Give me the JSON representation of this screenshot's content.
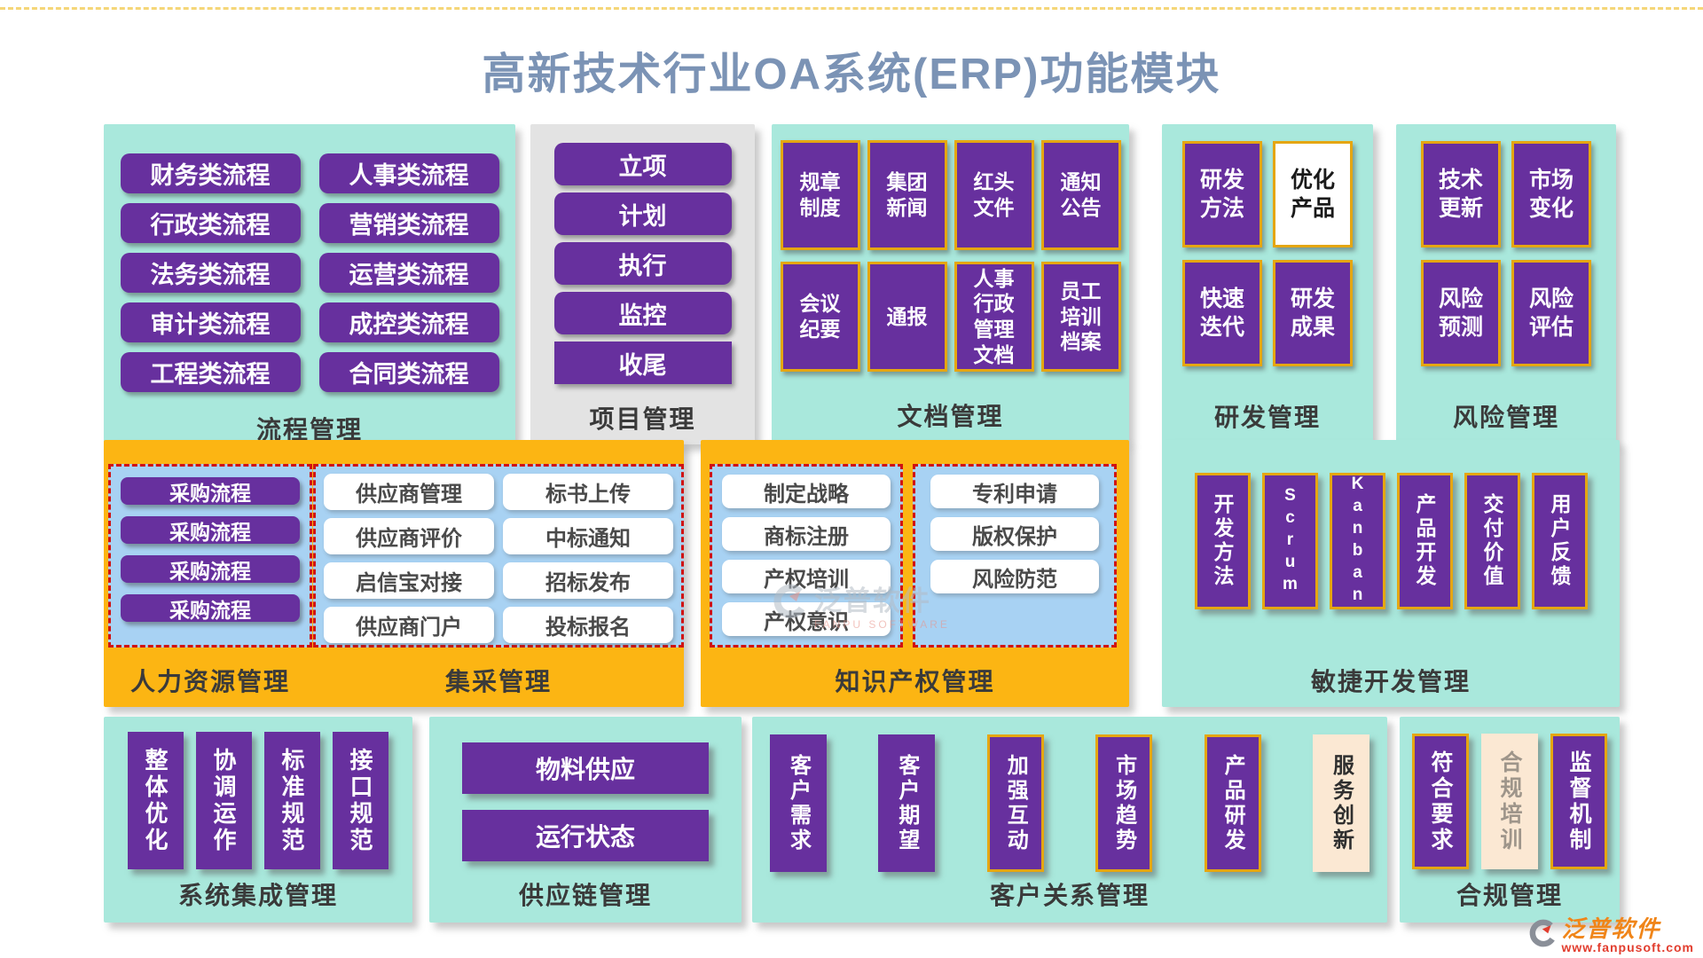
{
  "page": {
    "title": "高新技术行业OA系统(ERP)功能模块"
  },
  "watermark": {
    "cn": "泛普软件",
    "en": "FANPU SOFTWARE"
  },
  "footer": {
    "brand": "泛普软件",
    "url": "www.fanpusoft.com"
  },
  "colors": {
    "title": "#7b93b5",
    "teal_panel": "#a9e8dc",
    "gray_panel": "#e3e3e3",
    "orange_panel": "#fcb513",
    "purple_block": "#67309e",
    "blue_container": "#a8d2f3",
    "dashed_border": "#d01212",
    "yellow_border": "#e5a612",
    "cream_block": "#fbe8d3",
    "brand_orange": "#f08519",
    "brand_red": "#e23d2e"
  },
  "panels": {
    "process": {
      "label": "流程管理",
      "items": [
        "财务类流程",
        "人事类流程",
        "行政类流程",
        "营销类流程",
        "法务类流程",
        "运营类流程",
        "审计类流程",
        "成控类流程",
        "工程类流程",
        "合同类流程"
      ]
    },
    "project": {
      "label": "项目管理",
      "items": [
        "立项",
        "计划",
        "执行",
        "监控",
        "收尾"
      ]
    },
    "document": {
      "label": "文档管理",
      "items": [
        "规章制度",
        "集团新闻",
        "红头文件",
        "通知公告",
        "会议纪要",
        "通报",
        "人事行政管理文档",
        "员工培训档案"
      ]
    },
    "rnd": {
      "label": "研发管理",
      "items": [
        "研发方法",
        "优化产品",
        "快速迭代",
        "研发成果"
      ]
    },
    "risk": {
      "label": "风险管理",
      "items": [
        "技术更新",
        "市场变化",
        "风险预测",
        "风险评估"
      ]
    },
    "hr": {
      "label": "人力资源管理",
      "items": [
        "采购流程",
        "采购流程",
        "采购流程",
        "采购流程"
      ]
    },
    "central_purchase": {
      "label": "集采管理",
      "items": [
        "供应商管理",
        "标书上传",
        "供应商评价",
        "中标通知",
        "启信宝对接",
        "招标发布",
        "供应商门户",
        "投标报名"
      ]
    },
    "ip": {
      "label": "知识产权管理",
      "left": [
        "制定战略",
        "商标注册",
        "产权培训",
        "产权意识"
      ],
      "right": [
        "专利申请",
        "版权保护",
        "风险防范"
      ]
    },
    "agile": {
      "label": "敏捷开发管理",
      "items": [
        "开发方法",
        "Scrum",
        "Kanban",
        "产品开发",
        "交付价值",
        "用户反馈"
      ]
    },
    "integration": {
      "label": "系统集成管理",
      "items": [
        "整体优化",
        "协调运作",
        "标准规范",
        "接口规范"
      ]
    },
    "supply_chain": {
      "label": "供应链管理",
      "items": [
        "物料供应",
        "运行状态"
      ]
    },
    "crm": {
      "label": "客户关系管理",
      "items": [
        "客户需求",
        "客户期望",
        "加强互动",
        "市场趋势",
        "产品研发",
        "服务创新"
      ]
    },
    "compliance": {
      "label": "合规管理",
      "items": [
        "符合要求",
        "合规培训",
        "监督机制"
      ]
    }
  }
}
